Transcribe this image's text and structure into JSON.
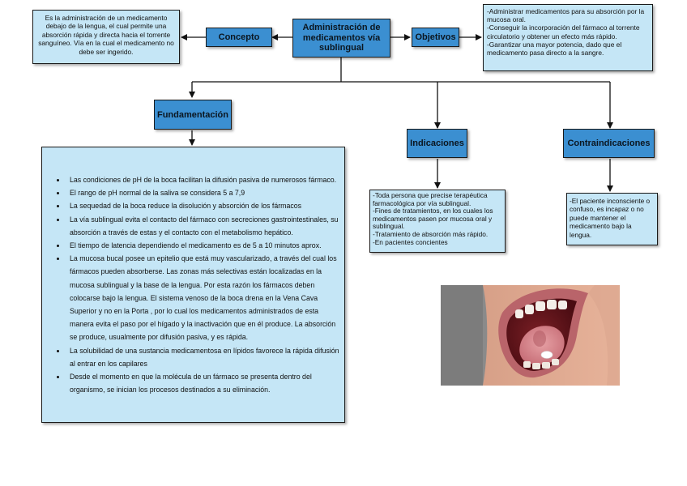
{
  "central": {
    "title": "Administración de medicamentos vía sublingual"
  },
  "concepto": {
    "label": "Concepto",
    "text": "Es la administración de un medicamento debajo de la lengua, el cual permite una absorción rápida y directa hacia el torrente sanguíneo. Vía en la cual el medicamento no debe ser ingerido."
  },
  "objetivos": {
    "label": "Objetivos",
    "lines": [
      "-Administrar medicamentos para su absorción por la mucosa oral.",
      "-Conseguir la incorporación del fármaco al torrente circulatorio y obtener un efecto más rápido.",
      "-Garantizar una mayor potencia, dado que el medicamento pasa directo a la sangre."
    ]
  },
  "fundamentacion": {
    "label": "Fundamentación",
    "items": [
      "Las condiciones de pH de la boca facilitan la difusión pasiva de numerosos fármaco.",
      "El rango de pH normal de la saliva se considera 5 a 7,9",
      "La sequedad de la boca reduce la disolución y absorción de los fármacos",
      "La vía sublingual evita el contacto del fármaco con secreciones gastrointestinales, su absorción a través de estas y el contacto con el metabolismo hepático.",
      "El tiempo de latencia dependiendo el medicamento es de 5 a 10 minutos aprox.",
      "La mucosa bucal posee un epitelio que está muy vascularizado, a través del cual los fármacos pueden absorberse. Las zonas más selectivas están localizadas en la mucosa sublingual y la base de la lengua. Por esta razón los fármacos deben colocarse bajo la lengua. El sistema venoso de la boca drena en la Vena Cava Superior y no en la Porta , por lo cual los medicamentos administrados de esta manera evita el paso por el hígado y la inactivación que en él produce. La absorción se produce, usualmente por difusión pasiva, y es rápida.",
      "La solubilidad de una sustancia medicamentosa en lípidos favorece la rápida difusión al entrar en los capilares",
      "Desde el momento en que la molécula de un fármaco se presenta dentro del organismo, se inician los procesos destinados a su eliminación."
    ]
  },
  "indicaciones": {
    "label": "Indicaciones",
    "lines": [
      "-Toda persona que precise terapéutica farmacológica por vía sublingual.",
      "-Fines de tratamientos, en los cuales los medicamentos pasen por mucosa oral y sublingual.",
      "-Tratamiento de absorción más rápido.",
      "-En pacientes concientes"
    ]
  },
  "contraindicaciones": {
    "label": "Contraindicaciones",
    "text": "-El paciente inconsciente o confuso, es incapaz o no puede mantener el medicamento bajo la lengua."
  },
  "image": {
    "subject": "open-mouth-tongue-illustration"
  },
  "colors": {
    "header_blue": "#3b8fd1",
    "panel_light_blue": "#c5e6f6",
    "connector": "#111111"
  }
}
